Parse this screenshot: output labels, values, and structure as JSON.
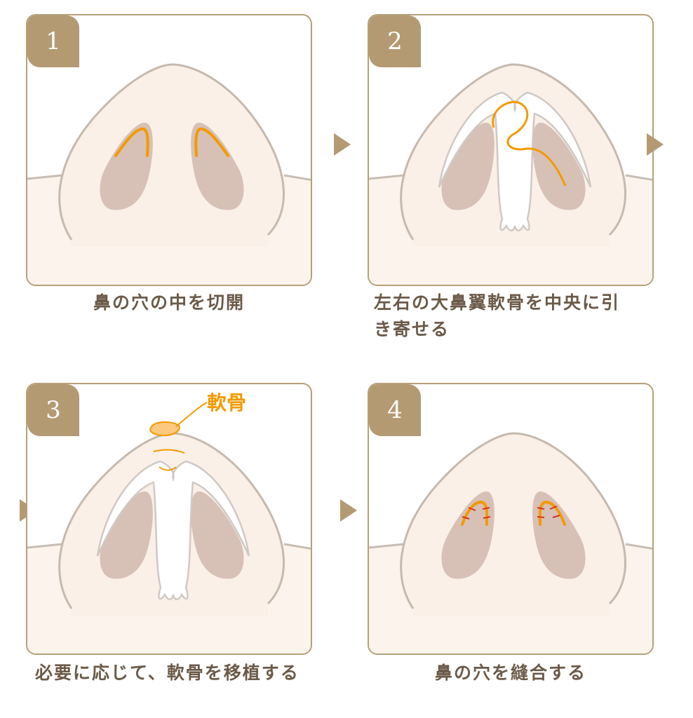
{
  "steps": [
    {
      "number": "1",
      "caption": "鼻の穴の中を切開"
    },
    {
      "number": "2",
      "caption_line1": "左右の大鼻翼軟骨を中央に引",
      "caption_line2": "き寄せる"
    },
    {
      "number": "3",
      "caption": "必要に応じて、軟骨を移植する",
      "callout": "軟骨"
    },
    {
      "number": "4",
      "caption": "鼻の穴を縫合する"
    }
  ],
  "colors": {
    "accent": "#b39a72",
    "incision": "#f39a00",
    "suture": "#d8321e",
    "skin": "#fcf4ec",
    "nostril": "#d7c1b7"
  }
}
